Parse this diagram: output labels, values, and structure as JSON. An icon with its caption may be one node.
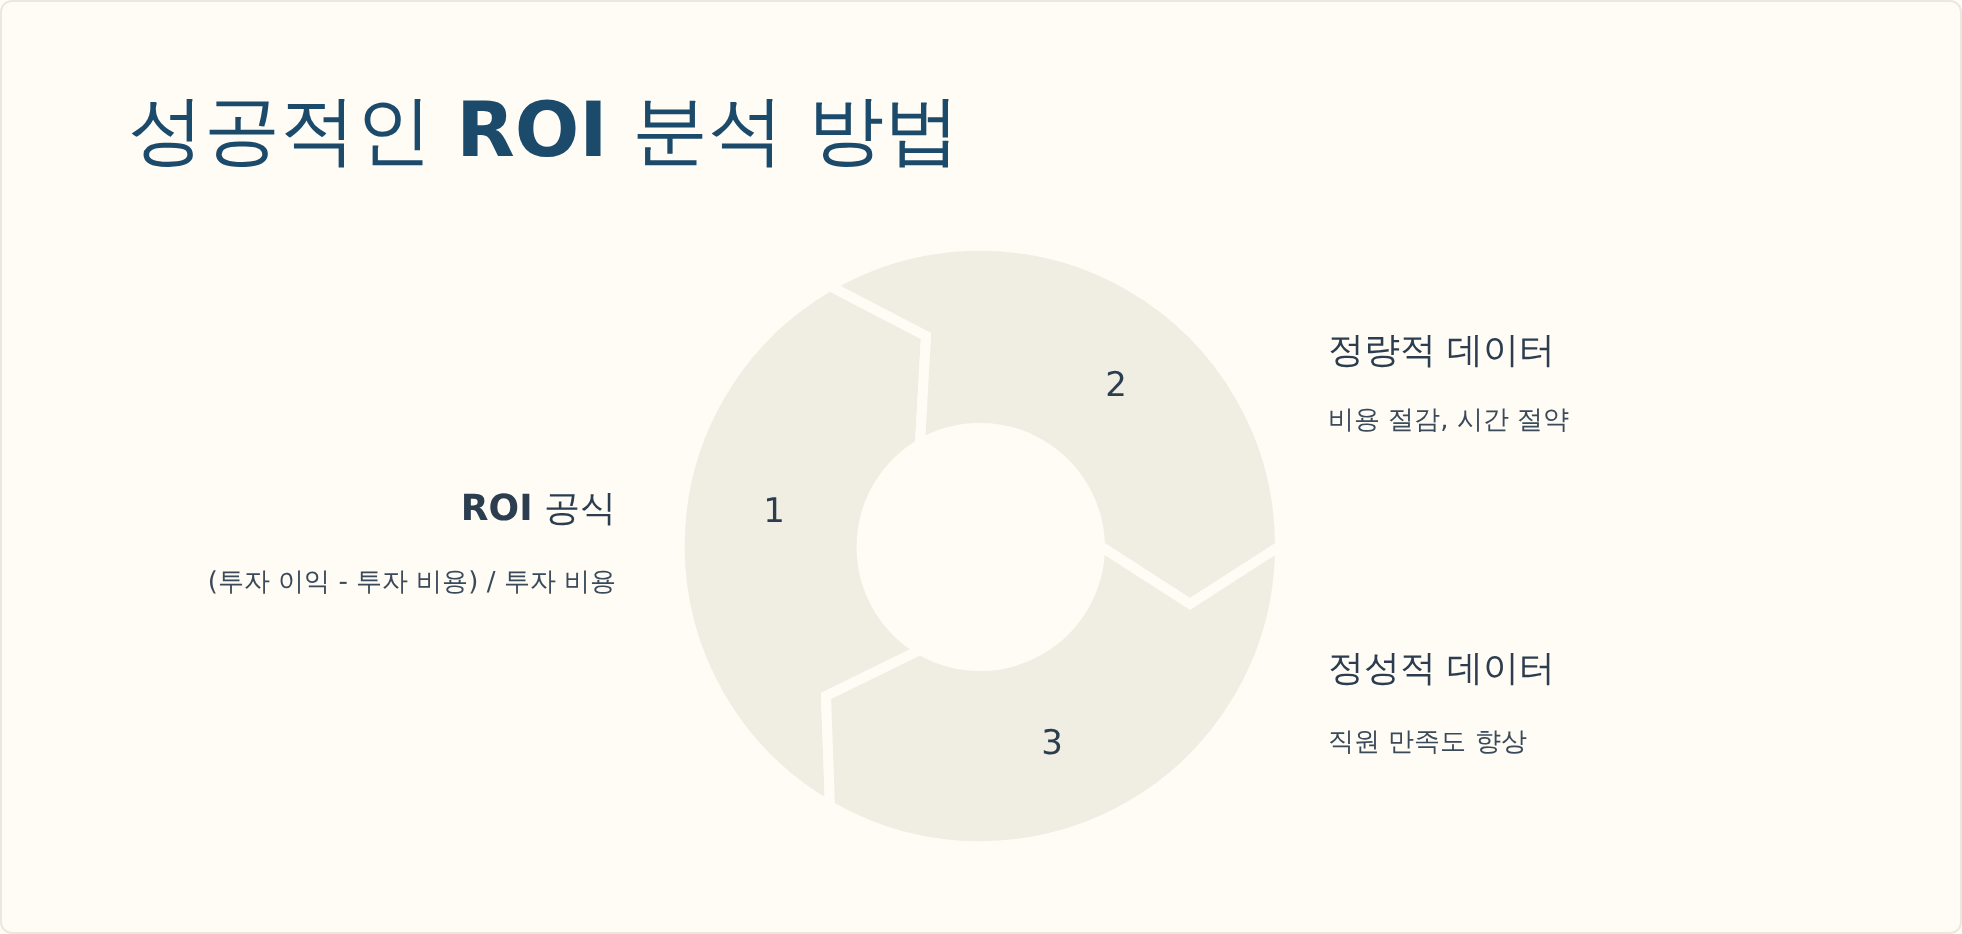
{
  "diagram": {
    "title": "성공적인 **ROI** 분석 방법",
    "nodes": [
      {
        "text": [
          "1"
        ],
        "beside": [
          "**ROI** 공식",
          "(투자 이익 - 투자 비용) / 투자 비용"
        ]
      },
      {
        "text": [
          "2"
        ],
        "beside": [
          "정량적 데이터",
          "비용 절감, 시간 절약"
        ]
      },
      {
        "text": [
          "3"
        ],
        "beside": [
          "정성적 데이터",
          "직원 만족도 향상"
        ]
      }
    ]
  }
}
